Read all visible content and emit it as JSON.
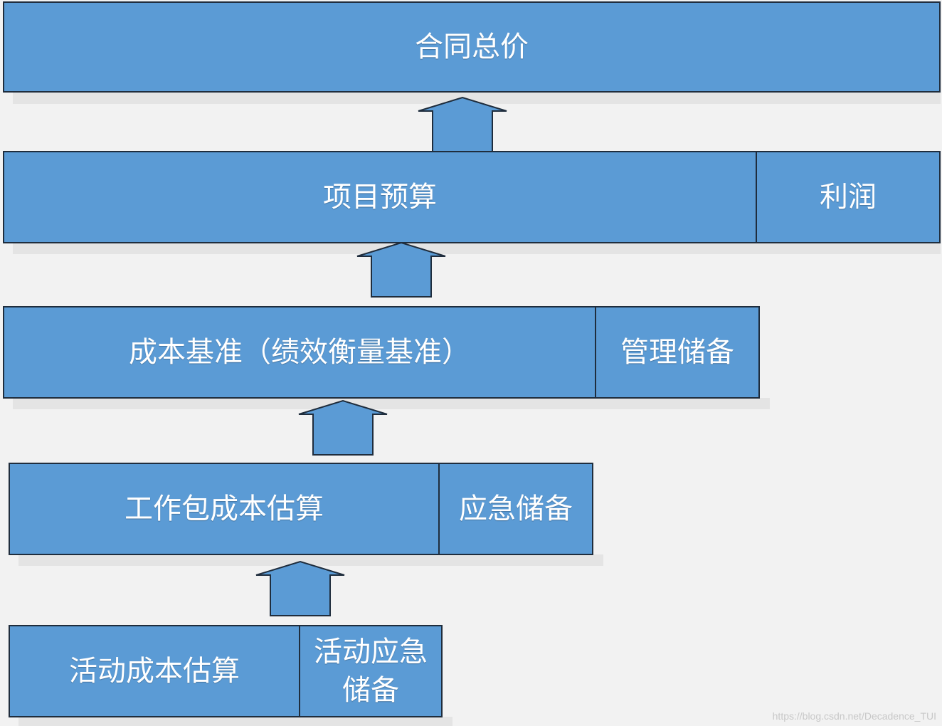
{
  "diagram": {
    "levels": {
      "contract_price": {
        "label": "合同总价"
      },
      "project_budget": {
        "label": "项目预算",
        "side_label": "利润"
      },
      "cost_baseline": {
        "label": "成本基准（绩效衡量基准）",
        "side_label": "管理储备"
      },
      "work_package": {
        "label": "工作包成本估算",
        "side_label": "应急储备"
      },
      "activity": {
        "label": "活动成本估算",
        "side_label": "活动应急储备"
      }
    },
    "colors": {
      "box_fill": "#5b9bd5",
      "box_border": "#1f2d3d",
      "text": "#ffffff",
      "background": "#f2f2f2"
    }
  },
  "watermark": "https://blog.csdn.net/Decadence_TUI"
}
